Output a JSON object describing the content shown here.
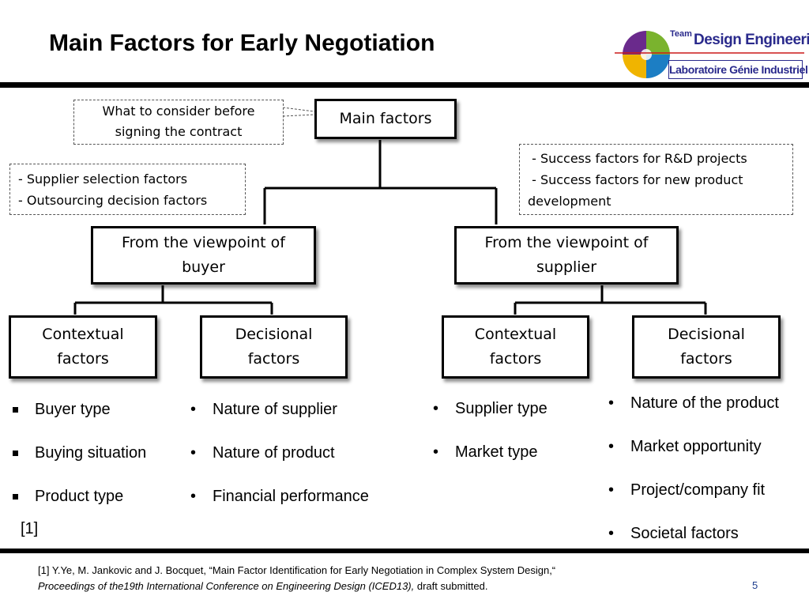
{
  "slide": {
    "title": "Main Factors for Early Negotiation",
    "page_number": "5",
    "citation_marker": "[1]"
  },
  "logo": {
    "team_label": "Team",
    "brand": "Design Engineering",
    "lab": "Laboratoire Génie Industriel",
    "colors": {
      "purple": "#6a2a8c",
      "green": "#7ab32e",
      "blue": "#1c7ec4",
      "gold": "#f0b400",
      "brand_text": "#2a2a8c",
      "red_line": "#cc1a1a"
    }
  },
  "diagram": {
    "root": "Main factors",
    "note_root": [
      "What to consider before",
      "signing the contract"
    ],
    "note_buyer": [
      "- Supplier selection factors",
      "- Outsourcing decision factors"
    ],
    "note_supplier": [
      " - Success factors for R&D projects",
      " - Success factors for new product",
      "development"
    ],
    "buyer_view": [
      "From the viewpoint of",
      "buyer"
    ],
    "supplier_view": [
      "From the viewpoint of",
      "supplier"
    ],
    "leaves": [
      [
        "Contextual",
        "factors"
      ],
      [
        "Decisional",
        "factors"
      ],
      [
        "Contextual",
        "factors"
      ],
      [
        "Decisional",
        "factors"
      ]
    ]
  },
  "lists": {
    "buyer_contextual": [
      "Buyer type",
      "Buying situation",
      "Product type"
    ],
    "buyer_decisional": [
      "Nature of supplier",
      "Nature of product",
      "Financial performance"
    ],
    "supplier_contextual": [
      "Supplier type",
      "Market type"
    ],
    "supplier_decisional": [
      "Nature of the product",
      "Market opportunity",
      "Project/company fit",
      "Societal factors"
    ]
  },
  "reference": {
    "line1": "[1] Y.Ye, M. Jankovic and J. Bocquet, “Main Factor Identification for Early Negotiation in Complex System Design,“",
    "line2_italic": "Proceedings of the19th International Conference on Engineering Design (ICED13),",
    "line2_rest": " draft submitted."
  }
}
